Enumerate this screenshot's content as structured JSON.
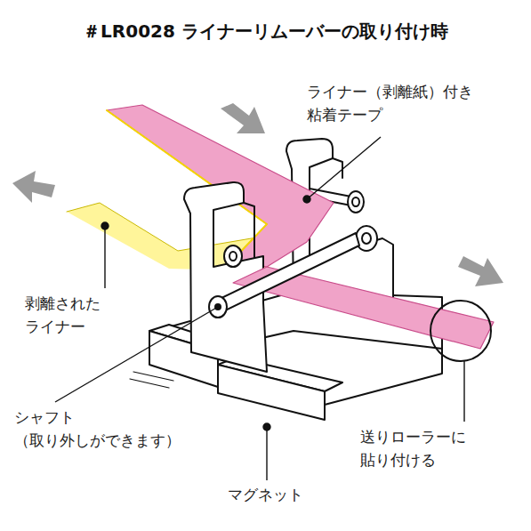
{
  "diagram": {
    "title": "＃LR0028 ライナーリムーバーの取り付け時",
    "labels": [
      "ライナー（剥離紙）付き 粘着テープ",
      "剥離された ライナー",
      "シャフト （取り外しができます）",
      "マグネット",
      "送りローラーに 貼り付ける"
    ]
  }
}
